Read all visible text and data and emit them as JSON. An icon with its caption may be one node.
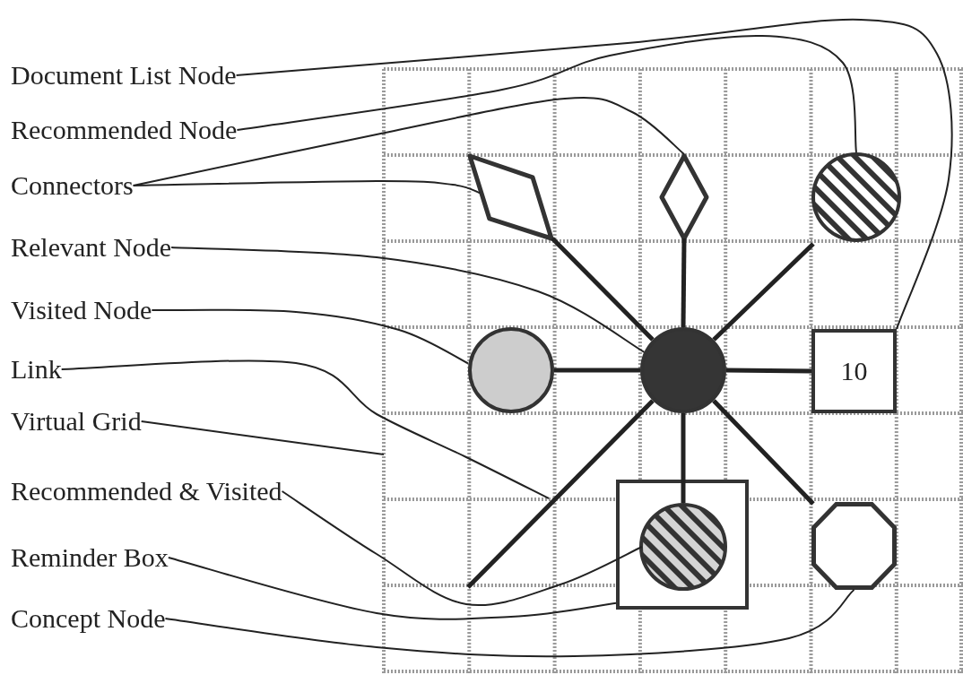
{
  "diagram": {
    "nodes": [
      {
        "text": [
          "Document List Node"
        ]
      },
      {
        "text": [
          "Recommended Node"
        ]
      },
      {
        "text": [
          "Connectors"
        ]
      },
      {
        "text": [
          "Relevant Node"
        ]
      },
      {
        "text": [
          "Visited Node"
        ]
      },
      {
        "text": [
          "Link"
        ]
      },
      {
        "text": [
          "Virtual Grid"
        ]
      },
      {
        "text": [
          "Recommended & Visited"
        ]
      },
      {
        "text": [
          "Reminder Box"
        ]
      },
      {
        "text": [
          "Concept Node"
        ]
      },
      {
        "text": [],
        "shape": "grid"
      },
      {
        "text": [],
        "shape": "diamond",
        "in": 10
      },
      {
        "text": [],
        "shape": "diamond",
        "in": 10
      },
      {
        "text": [],
        "shape": "circle",
        "in": 10
      },
      {
        "text": [],
        "shape": "circle",
        "in": 10
      },
      {
        "text": [],
        "shape": "circle",
        "in": 10
      },
      {
        "text": [
          "10"
        ],
        "in": 10
      },
      {
        "text": [],
        "shape": "box",
        "in": 10
      },
      {
        "text": [],
        "shape": "circle",
        "in": 17
      },
      {
        "text": [],
        "shape": "octagon",
        "in": 10
      }
    ],
    "edges": [
      {
        "from": 0,
        "to": 16,
        "arrow": "none"
      },
      {
        "from": 1,
        "to": 13,
        "arrow": "none"
      },
      {
        "from": 2,
        "to": 12,
        "arrow": "none"
      },
      {
        "from": 2,
        "to": 11,
        "arrow": "none"
      },
      {
        "from": 3,
        "to": 15,
        "arrow": "none"
      },
      {
        "from": 4,
        "to": 14,
        "arrow": "none"
      },
      {
        "from": 5,
        "to": null,
        "arrow": "none"
      },
      {
        "from": 6,
        "to": 10,
        "arrow": "none"
      },
      {
        "from": 7,
        "to": 18,
        "arrow": "none"
      },
      {
        "from": 8,
        "to": 17,
        "arrow": "none"
      },
      {
        "from": 9,
        "to": 19,
        "arrow": "none"
      },
      {
        "from": 15,
        "to": 11,
        "arrow": "none",
        "style": "thick"
      },
      {
        "from": 15,
        "to": 12,
        "arrow": "none",
        "style": "thick"
      },
      {
        "from": 15,
        "to": null,
        "arrow": "none",
        "style": "thick"
      },
      {
        "from": 15,
        "to": 14,
        "arrow": "none",
        "style": "thick"
      },
      {
        "from": 15,
        "to": 16,
        "arrow": "none",
        "style": "thick"
      },
      {
        "from": 15,
        "to": 18,
        "arrow": "none",
        "style": "thick"
      },
      {
        "from": 15,
        "to": null,
        "arrow": "none",
        "style": "thick"
      },
      {
        "from": 15,
        "to": 19,
        "arrow": "none",
        "style": "thick"
      }
    ]
  }
}
